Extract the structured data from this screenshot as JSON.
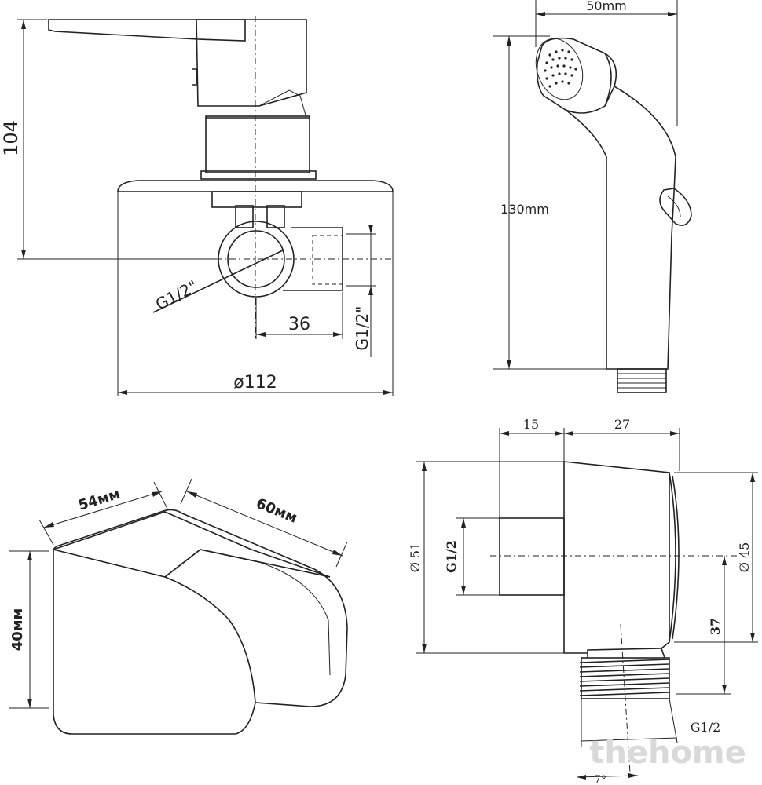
{
  "mixer": {
    "height_label": "104",
    "thread_label_left": "G1/2\"",
    "offset_label": "36",
    "thread_label_right": "G1/2\"",
    "diameter_label": "ø112"
  },
  "sprayer": {
    "width_label": "50mm",
    "height_label": "130mm"
  },
  "holder": {
    "width_label": "54мм",
    "depth_label": "60мм",
    "height_label": "40мм"
  },
  "elbow": {
    "dim_15": "15",
    "dim_27": "27",
    "diameter_51": "Ø 51",
    "diameter_45": "Ø 45",
    "thread_label": "G1/2",
    "dim_37": "37",
    "outlet_thread_label": "G1/2",
    "angle_label": "7°"
  },
  "watermark": "thehome"
}
